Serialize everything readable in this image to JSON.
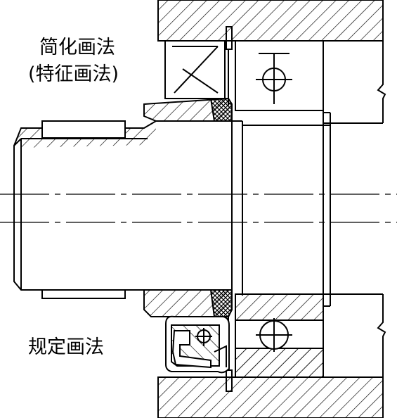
{
  "labels": {
    "simplified_method": "简化画法",
    "feature_method": "(特征画法)",
    "specified_method": "规定画法"
  },
  "colors": {
    "line": "#000000",
    "background": "#ffffff"
  }
}
